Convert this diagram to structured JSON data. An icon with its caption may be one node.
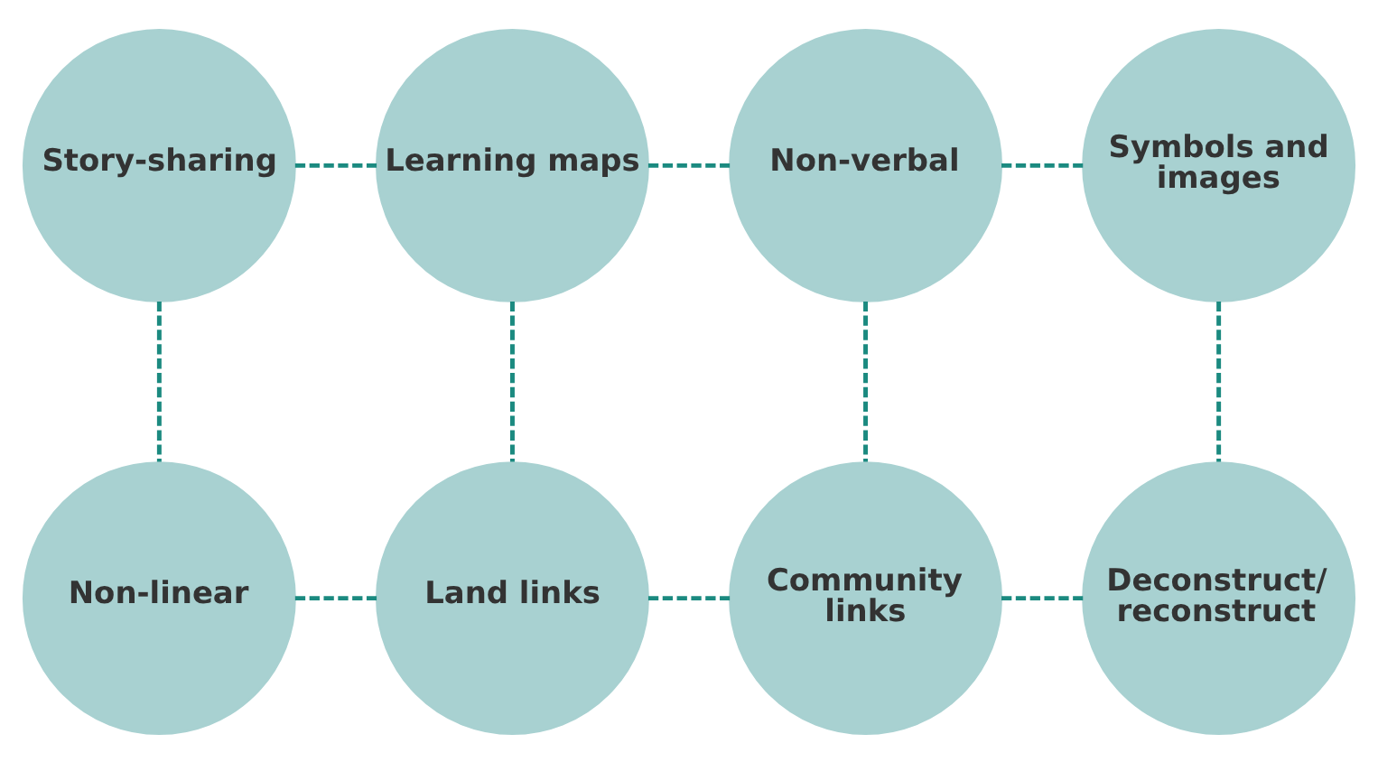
{
  "diagram": {
    "nodes": [
      {
        "text": [
          "Story-sharing"
        ]
      },
      {
        "text": [
          "Learning maps"
        ]
      },
      {
        "text": [
          "Non-verbal"
        ]
      },
      {
        "text": [
          "Symbols and images"
        ]
      },
      {
        "text": [
          "Non-linear"
        ]
      },
      {
        "text": [
          "Land links"
        ]
      },
      {
        "text": [
          "Community links"
        ]
      },
      {
        "text": [
          "Deconstruct/ reconstruct"
        ]
      }
    ],
    "edges": [
      {
        "from": 0,
        "to": 1,
        "arrow": "none",
        "style": "dashed",
        "color": "#1b8a80"
      },
      {
        "from": 1,
        "to": 2,
        "arrow": "none",
        "style": "dashed",
        "color": "#1b8a80"
      },
      {
        "from": 2,
        "to": 3,
        "arrow": "none",
        "style": "dashed",
        "color": "#1b8a80"
      },
      {
        "from": 0,
        "to": 4,
        "arrow": "none",
        "style": "dashed",
        "color": "#1b8a80"
      },
      {
        "from": 1,
        "to": 5,
        "arrow": "none",
        "style": "dashed",
        "color": "#1b8a80"
      },
      {
        "from": 2,
        "to": 6,
        "arrow": "none",
        "style": "dashed",
        "color": "#1b8a80"
      },
      {
        "from": 3,
        "to": 7,
        "arrow": "none",
        "style": "dashed",
        "color": "#1b8a80"
      },
      {
        "from": 4,
        "to": 5,
        "arrow": "none",
        "style": "dashed",
        "color": "#1b8a80"
      },
      {
        "from": 5,
        "to": 6,
        "arrow": "none",
        "style": "dashed",
        "color": "#1b8a80"
      },
      {
        "from": 6,
        "to": 7,
        "arrow": "none",
        "style": "dashed",
        "color": "#1b8a80"
      }
    ]
  }
}
